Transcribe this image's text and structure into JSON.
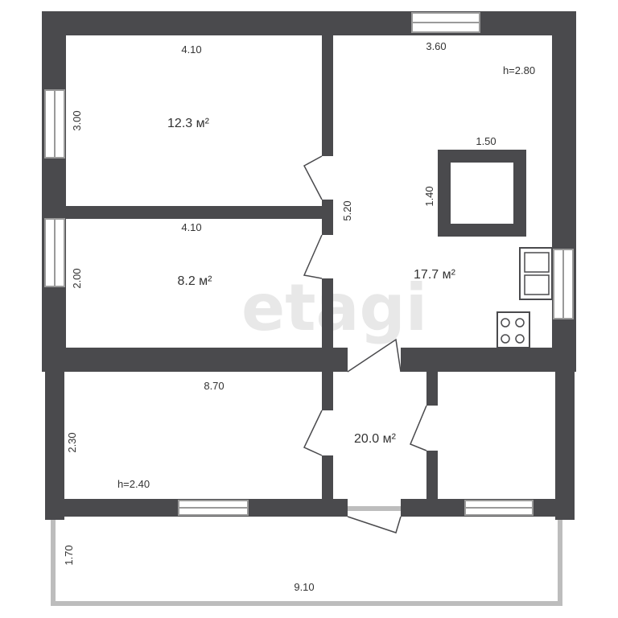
{
  "watermark": "etagi",
  "colors": {
    "wall": "#4a4a4d",
    "window_frame": "#9a9a9a",
    "balcony": "#bdbdbd",
    "text": "#333333"
  },
  "rooms": [
    {
      "name": "room-top-left",
      "area": "12.3 м²",
      "width": "4.10",
      "height": "3.00"
    },
    {
      "name": "room-middle-left",
      "area": "8.2 м²",
      "width": "4.10",
      "height": "2.00"
    },
    {
      "name": "kitchen",
      "area": "17.7 м²",
      "width": "3.60",
      "height": "5.20",
      "ceiling": "h=2.80"
    },
    {
      "name": "hall",
      "area": "20.0 м²"
    },
    {
      "name": "room-bottom-left",
      "width": "8.70",
      "height": "2.30",
      "ceiling": "h=2.40"
    }
  ],
  "stove_block": {
    "width": "1.50",
    "height": "1.40"
  },
  "balcony": {
    "width": "9.10",
    "height": "1.70"
  },
  "icons": [
    "sink-icon",
    "stove-icon"
  ]
}
